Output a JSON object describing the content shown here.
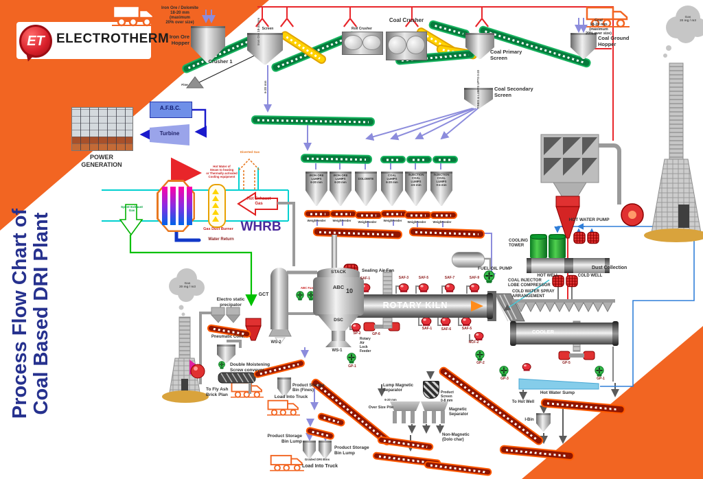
{
  "brand": {
    "badge": "ET",
    "name": "ELECTROTHERM"
  },
  "title": "Process Flow Chart of\nCoal Based DRI Plant",
  "top": {
    "iron_ore_feed": "Iron Ore / Dolomite\n18-20 mm\n(maximum\n20% over size)",
    "iron_ore_hopper": "Iron Ore\nHopper",
    "crusher_1": "Crusher 1",
    "fine": "Fine",
    "screen": "Screen",
    "screen_feed_note": "Iron Ore 18-20 mm",
    "undersize_note": "6-20 mm",
    "roll_crusher": "Roll Crusher",
    "coal_crusher": "Coal Crusher",
    "coal_primary_screen": "Coal Primary\nScreen",
    "fines_lumps_note": "FINES & LUMPS UPTO 0-20",
    "coal_secondary_screen": "Coal Secondary\nScreen",
    "coal_feed": "Coal\n18-20 mm\n(maximum\n20% over size)",
    "coal_ground_hopper": "Coal Ground\nHopper",
    "gas_limit": "Gas\n20 mg / m3",
    "dust_collection": "Dust Collection"
  },
  "power": {
    "afbc": "A.F.B.C.",
    "turbine": "Turbine",
    "power_generation": "POWER\nGENERATION",
    "diverted_gas": "Diverted Gas",
    "hot_water_note": "Hot Water of\nSteam to heating\nor Thermally activated\nCooling equipment",
    "spent_exhaust": "Spent Exhaust\nGas",
    "hot_exhaust": "Hot Exhaust\nGas",
    "gas_duct_burner": "Gas Duct Burner",
    "whrb": "WHRB",
    "water_return": "Water Return"
  },
  "bins": {
    "b1": "IRON ORE\nLUMPS\n6-20 mm",
    "b2": "IRON ORE\nLUMPS\n6-20 mm",
    "b3": "DOLOMITE",
    "b4": "COAL\nLUMPS\n6-20 mm",
    "b5": "INJECTION\nCOAL\nLUMPS\n4-6 mm",
    "b6": "INJECTION\nCOAL\nLUMPS\n0-4 mm",
    "weighfeeder": "WeighFeeder"
  },
  "kiln": {
    "gct": "GCT",
    "abc_fan": "ABC Fan",
    "stack": "STACK",
    "abc": "ABC",
    "dsc": "DSC",
    "ws1": "WS-1",
    "sealing_air_fan": "Sealing Air Fan",
    "saf_top": [
      "SAF-1",
      "SAF-3",
      "SAF-5",
      "SAF-7",
      "SAF-9"
    ],
    "ten": "10",
    "name": "ROTARY KILN",
    "sp2": "SP-2",
    "gp6": "GP-6",
    "rotary_air_lock": "Rotary\nAir\nLock\nFeeder",
    "gp1": "GP-1",
    "saf_bottom": [
      "SAF-1",
      "SAF-6",
      "SAF-5"
    ],
    "ncf2": "NCF-2",
    "fuel_oil_pump": "FUEL OIL PUMP"
  },
  "cooling": {
    "coal_injector": "COAL INJECTOR\nLOBE COMPRESSOR",
    "cold_water_spray": "COLD WATER SPRAY\nARRANGEMENT",
    "cooler": "COOLER",
    "gp5": "GP-5",
    "gp3": "GP-3",
    "gp2": "GP-2",
    "gp1": "GP-1",
    "hot_water_sump": "Hot Water Sump",
    "to_hot_well": "To Hot Well",
    "hot_water_pump": "HOT WATER PUMP",
    "cooling_tower": "COOLING\nTOWER",
    "hot_well": "HOT WELL",
    "cold_well": "COLD WELL"
  },
  "offgas": {
    "gas_limit": "Gas\n20 mg / m3",
    "esp": "Electro static\nprecipator",
    "pneumatic": "Pneumatic Conv.",
    "ws2": "WS-2",
    "double_moistening": "Double Moistening\nScrew conveyor",
    "fly_ash": "To Fly Ash\nBrick Plan"
  },
  "product": {
    "bin_fines": "Product Storage\nBin (Fines)",
    "load_truck_1": "Load Into Truck",
    "bin_lump_l": "Product Storage\nBin Lump",
    "bin_lump_r": "Product Storage\nBin Lump",
    "graded": "Graded DRI Bins",
    "load_truck_2": "Load Into Truck",
    "lump_mag": "Lump Magnetic\nSeparator",
    "size_6_20": "6-20 mm",
    "over_size": "Over Size Pile",
    "product_screen": "Product\nScreen\n0-8 mm",
    "mag_sep": "Magnetic\nSeparator",
    "non_mag": "Non-Magnetic\n(Dolo char)",
    "i_bin": "I-Bin"
  },
  "icons": {
    "truck": "truck-icon",
    "pump": "pump-icon",
    "fan": "fan-icon",
    "mesh_pump": "mesh-pump-icon",
    "funnel": "dust-funnel-icon"
  },
  "colors": {
    "brand_orange": "#f26522",
    "conveyor_green": "#067a3c",
    "conveyor_yellow": "#ffd200",
    "hot_conveyor": "#ff5a00",
    "duct_red": "#e8252a",
    "pipe_cyan": "#00d0d0",
    "arrow_purple": "#8c8cdc",
    "title_navy": "#26318e",
    "whrb_purple": "#4b2a9d"
  }
}
